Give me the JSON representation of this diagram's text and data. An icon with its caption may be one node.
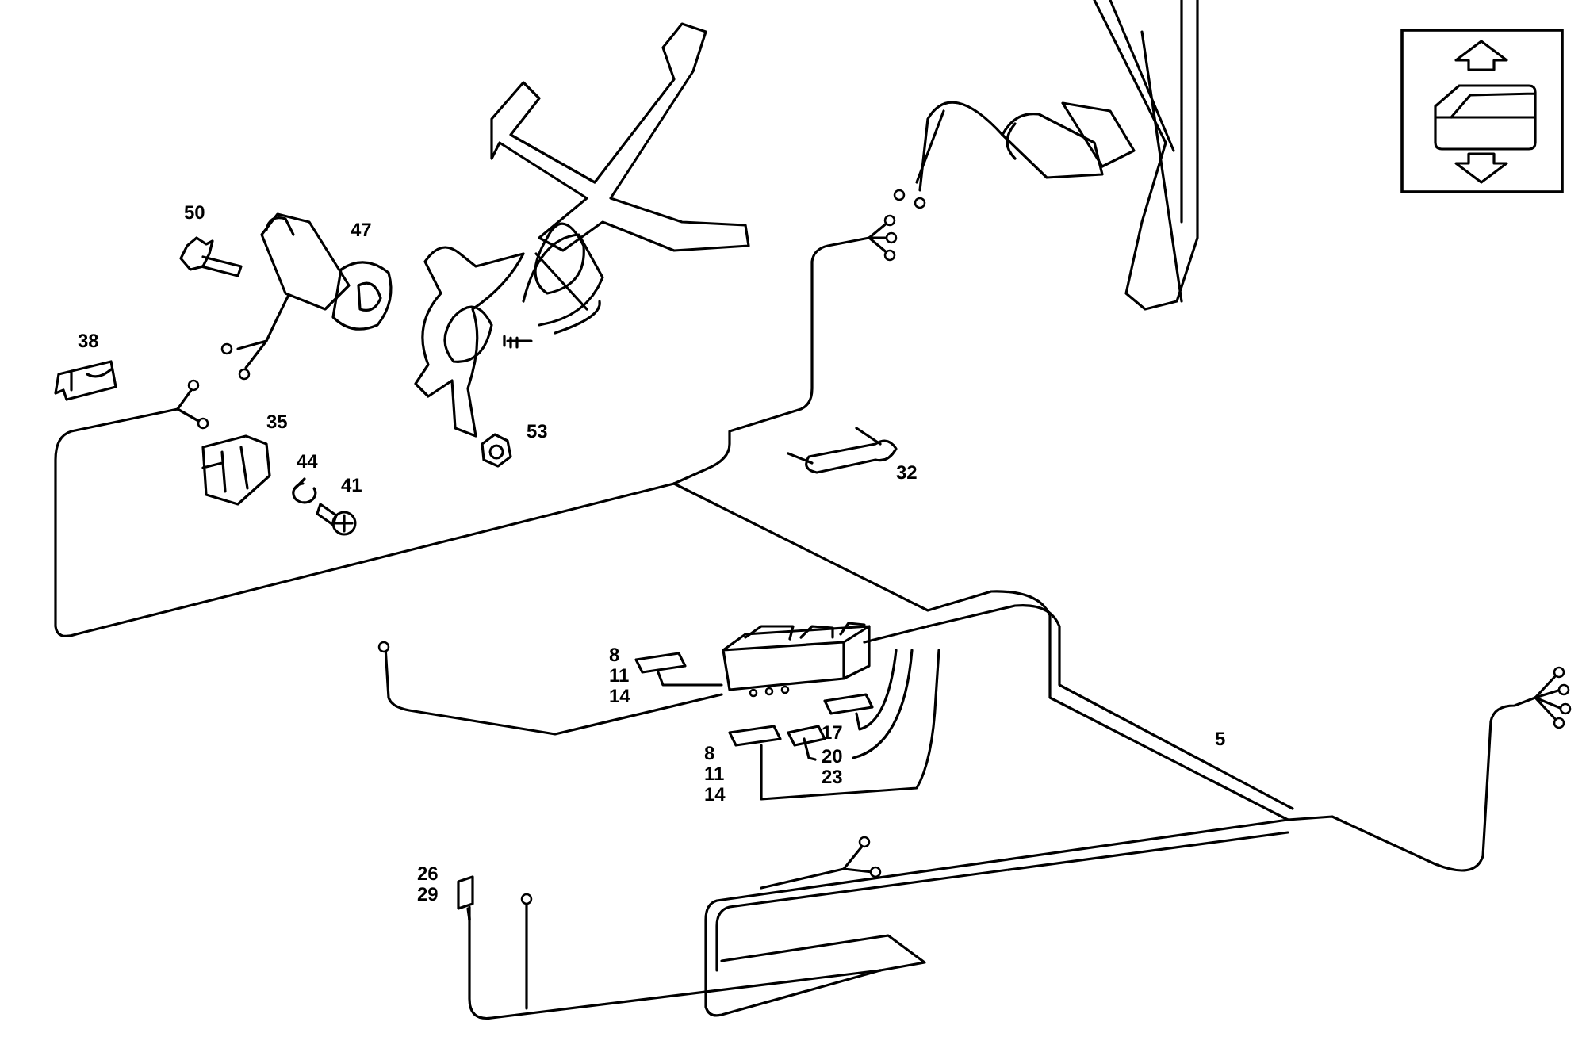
{
  "diagram": {
    "labels": [
      "50",
      "47",
      "38",
      "35",
      "53",
      "44",
      "32",
      "41",
      "8",
      "11",
      "14",
      "17",
      "20",
      "23",
      "5",
      "8",
      "11",
      "14",
      "26",
      "29"
    ]
  }
}
